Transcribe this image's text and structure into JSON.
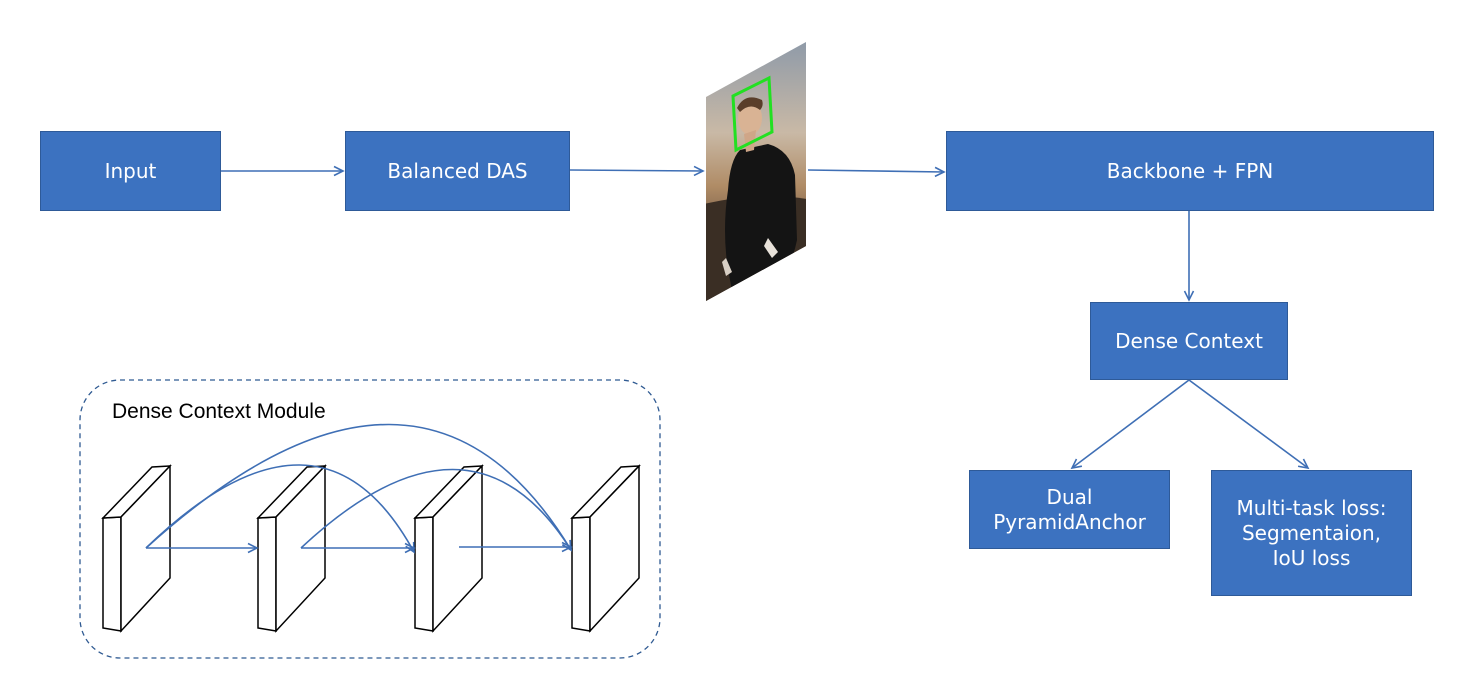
{
  "colors": {
    "box_fill": "#3c72c0",
    "arrow": "#3f6fb5",
    "face_box": "#22e022",
    "dashed_border": "#2f5a92"
  },
  "pipeline": {
    "input": "Input",
    "balanced_das": "Balanced DAS",
    "backbone": "Backbone + FPN",
    "dense_context": "Dense Context",
    "dual_line1": "Dual",
    "dual_line2": "PyramidAnchor",
    "mtl_line1": "Multi-task loss:",
    "mtl_line2": "Segmentaion,",
    "mtl_line3": "IoU loss"
  },
  "sample_image": {
    "icon": "person-photo-with-face-box"
  },
  "module": {
    "title": "Dense Context Module",
    "layers": 4
  }
}
